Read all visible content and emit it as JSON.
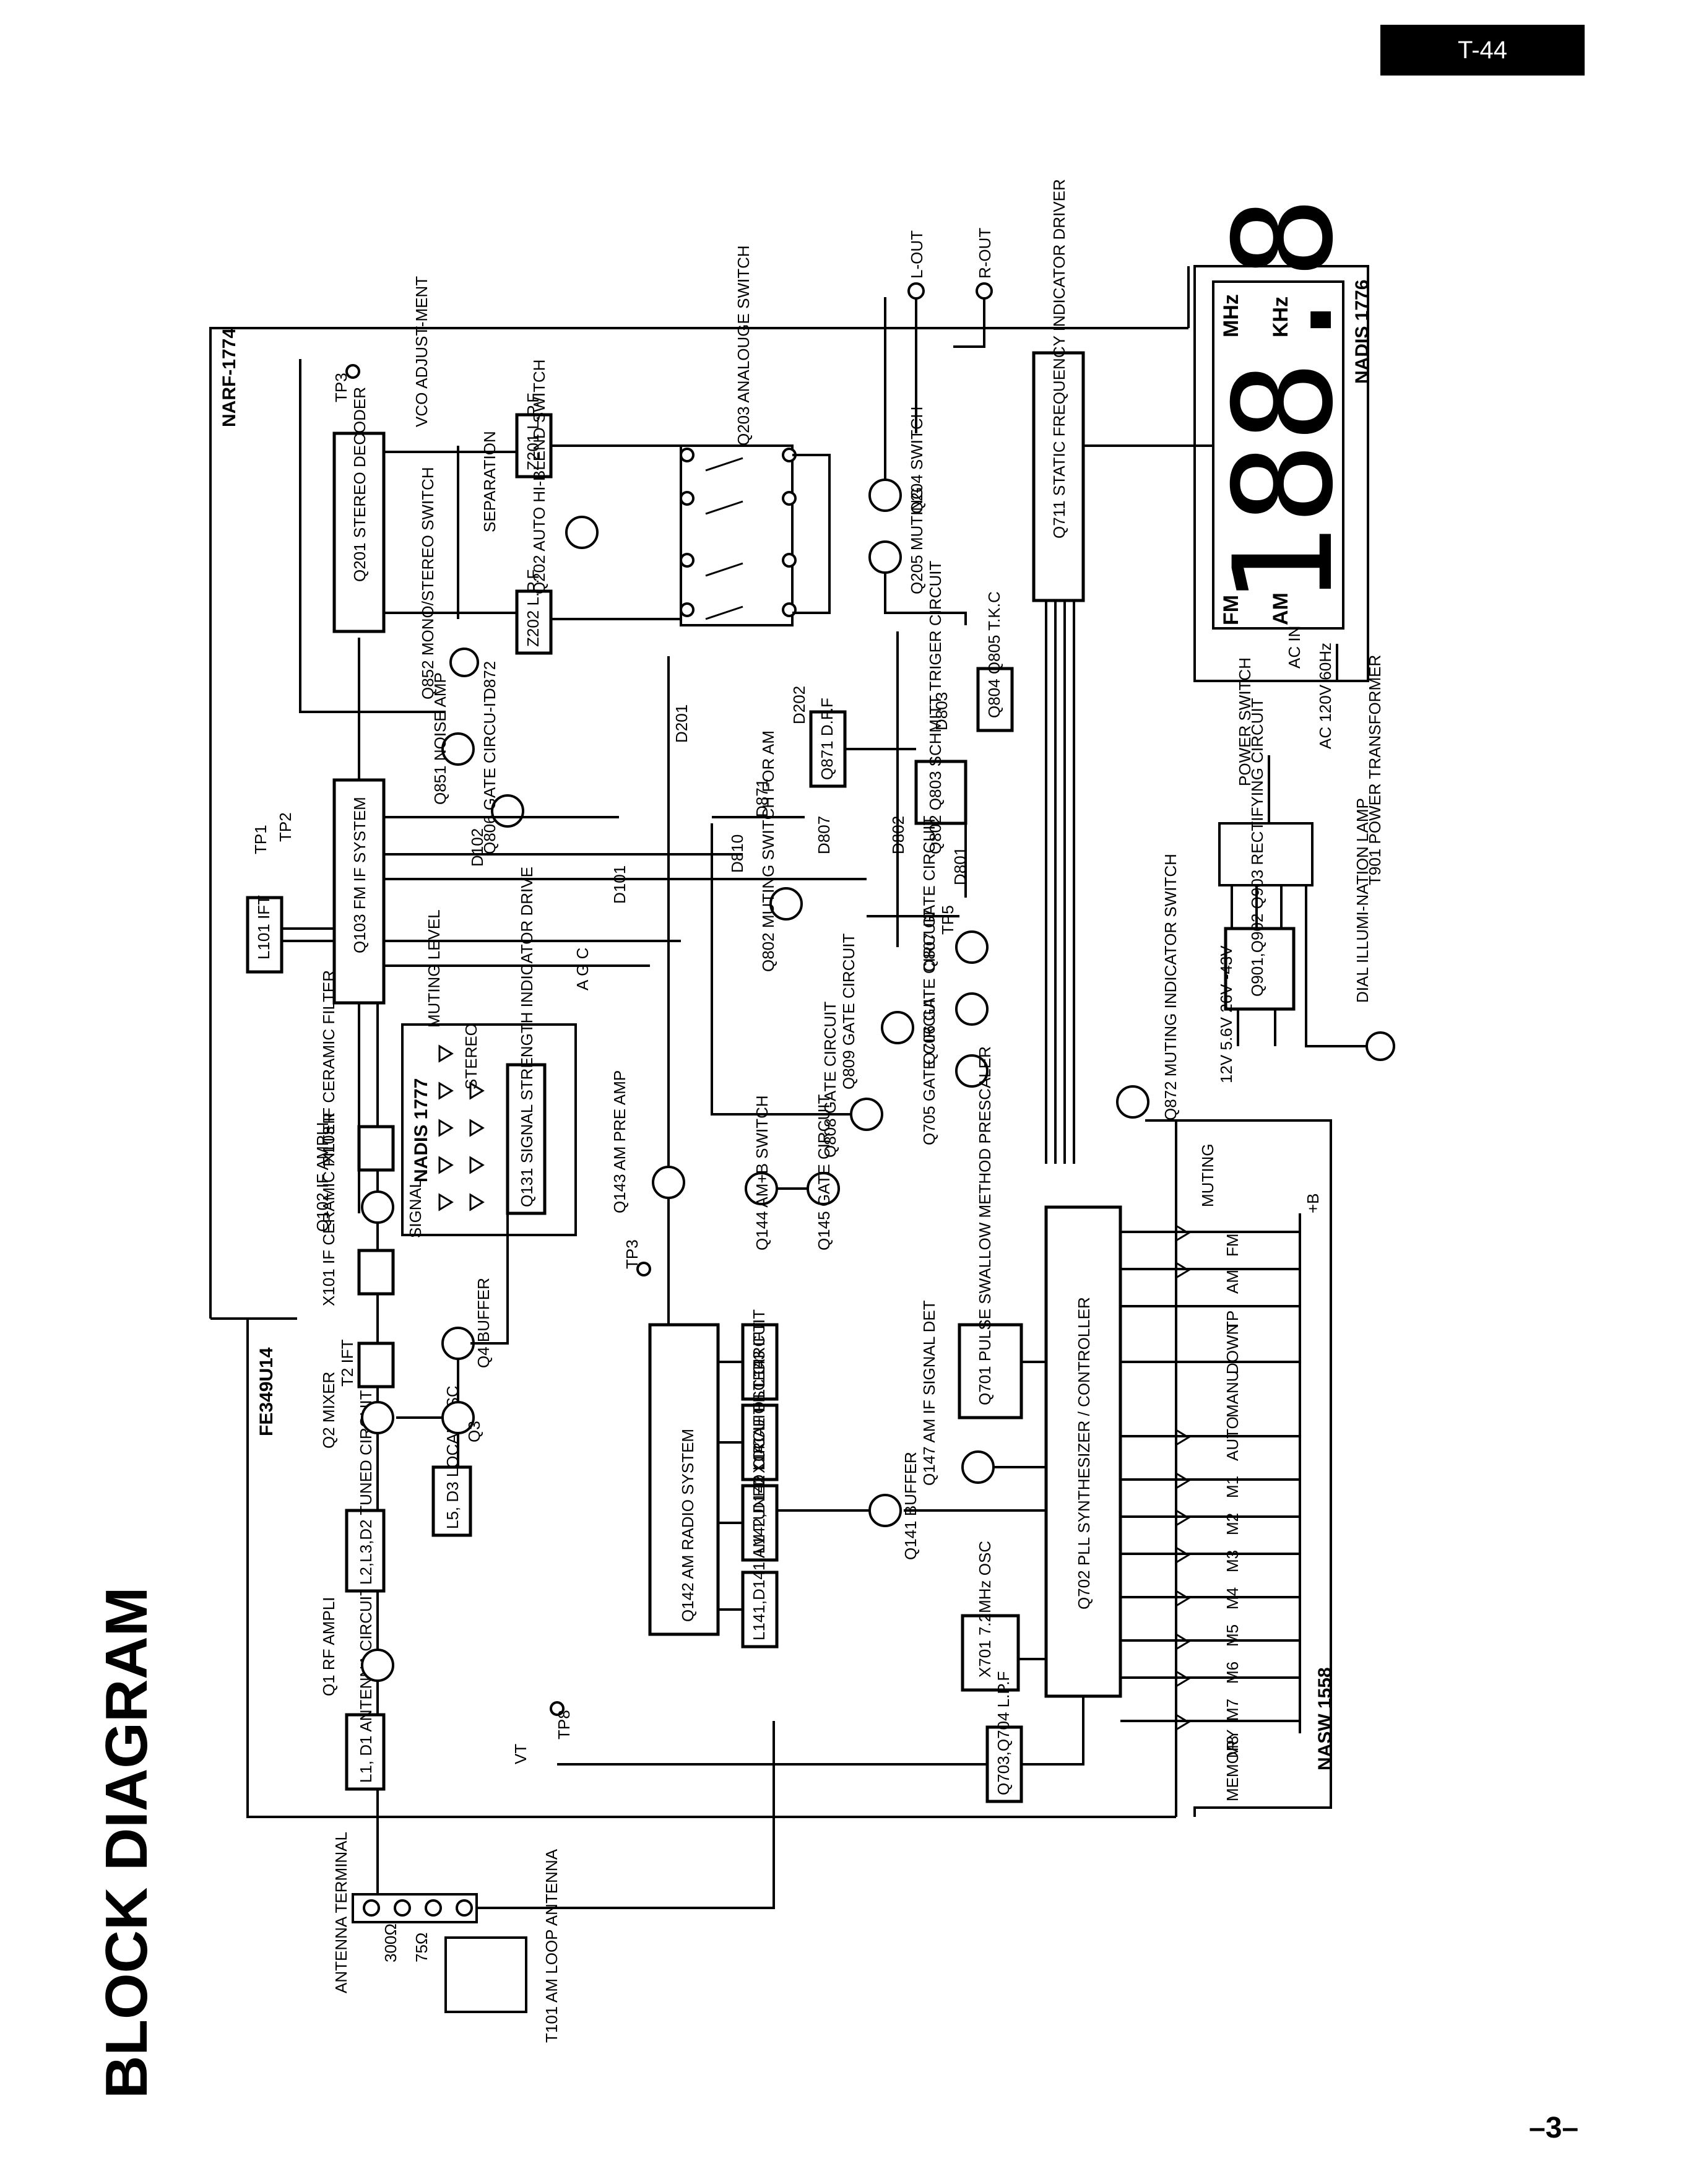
{
  "page": {
    "model": "T-44",
    "title": "BLOCK DIAGRAM",
    "page_number": "–3–"
  },
  "boards": {
    "narf": "NARF-1774",
    "fe": "FE349U14",
    "nadis_1776": "NADIS 1776",
    "nadis_1777": "NADIS 1777",
    "nasw": "NASW 1558"
  },
  "outputs": {
    "l_out": "L-OUT",
    "r_out": "R-OUT"
  },
  "display": {
    "digits": "188.8",
    "fm": "FM",
    "am": "AM",
    "mhz": "MHz",
    "khz": "KHz",
    "ac_in": "AC IN"
  },
  "antenna": {
    "terminal": "ANTENNA TERMINAL",
    "ohm300": "300Ω",
    "ohm75": "75Ω",
    "loop": "T101 AM LOOP ANTENNA"
  },
  "blocks": {
    "l1_d1": "L1, D1 ANTENNA CIRCUIT",
    "q1": "Q1 RF AMPLI",
    "l2_l3": "L2,L3,D2 TUNED CIRCUIT",
    "q2": "Q2 MIXER",
    "l5_d3": "L5, D3 LOCAL OSC",
    "q3": "Q3",
    "t2": "T2 IFT",
    "q4": "Q4 BUFFER",
    "x101": "X101 IF CERAMIC FILTER",
    "q102": "Q102 IF AMPLI",
    "x103": "X103 IF CERAMIC FILTER",
    "l101": "L101 IFT",
    "q103": "Q103 FM IF SYSTEM",
    "q201": "Q201 STEREO DECODER",
    "z201": "Z201 L.P.F",
    "z202": "Z202 L.P.F",
    "q202": "Q202 AUTO HI-BLEND SWITCH",
    "separation": "SEPARATION",
    "vco": "VCO ADJUST-MENT",
    "q203": "Q203 ANALOUGE SWITCH",
    "q204": "Q204 SWITCH",
    "q205": "Q205 MUTING",
    "q852": "Q852 MONO/STEREO SWITCH",
    "q851": "Q851 NOISE AMP",
    "q806": "Q806 GATE CIRCU-IT",
    "q871": "Q871 D.F.F",
    "q802_803": "Q802 Q803 SCHMITT TRIGER CIRCUIT",
    "q804_805": "Q804 Q805 T.K.C",
    "q802am": "Q802 MUTING SWITCH FOR AM",
    "q807": "Q807 GATE CIRCUIT",
    "q706": "Q706 GATE CIRCUIT",
    "q809": "Q809 GATE CIRCUIT",
    "q705": "Q705 GATE CIRCUIT",
    "q808": "Q808 GATE CIRCUIT",
    "q711": "Q711 STATIC FREQUENCY INDICATOR DRIVER",
    "q131": "Q131 SIGNAL STRENGTH INDICATOR DRIVE",
    "q142": "Q142 AM RADIO SYSTEM",
    "q143": "Q143 AM PRE AMP",
    "q144": "Q144 AM+B SWITCH",
    "q145": "Q145 GATE CIRCUIT",
    "l143": "L143 IFT",
    "x141": "X141 IF FILTER",
    "l142": "L142,D142 LOCAL OSC CIRCUIT",
    "l141": "L141,D141 AM TUNED CIRCUIT",
    "q141": "Q141 BUFFER",
    "q147": "Q147 AM IF SIGNAL DET",
    "q701": "Q701 PULSE SWALLOW METHOD PRESCALER",
    "q702": "Q702 PLL SYNTHESIZER / CONTROLLER",
    "x701": "X701 7.2MHz OSC",
    "q703": "Q703,Q704 L.P.F",
    "q872": "Q872 MUTING INDICATOR SWITCH",
    "q901": "Q901,Q902 Q903 RECTIFYING CIRCUIT",
    "t901": "T901 POWER TRANSFORMER",
    "power_switch": "POWER SWITCH",
    "ac_source": "AC 120V 60Hz",
    "dial_lamp": "DIAL ILLUMI-NATION LAMP",
    "muting_level": "MUTING LEVEL"
  },
  "labels": {
    "tp1": "TP1",
    "tp2": "TP2",
    "tp3": "TP3",
    "tp5": "TP5",
    "tp8": "TP8",
    "tp3b": "TP3",
    "agc": "A G C",
    "vt": "VT",
    "signal": "SIGNAL",
    "stereo": "STEREO",
    "plus_b": "+B",
    "d101": "D101",
    "d102": "D102",
    "d201": "D201",
    "d202": "D202",
    "d801": "D801",
    "d802": "D802",
    "d803": "D803",
    "d807": "D807",
    "d810": "D810",
    "d871": "D871",
    "d872": "D872",
    "rect_voltages": "12V 5.6V 26V -43V"
  },
  "switches": [
    "MUTING",
    "FM",
    "AM",
    "TP",
    "DOWN",
    "MANU",
    "AUTO",
    "M1",
    "M2",
    "M3",
    "M4",
    "M5",
    "M6",
    "M7",
    "M8",
    "MEMORY"
  ]
}
